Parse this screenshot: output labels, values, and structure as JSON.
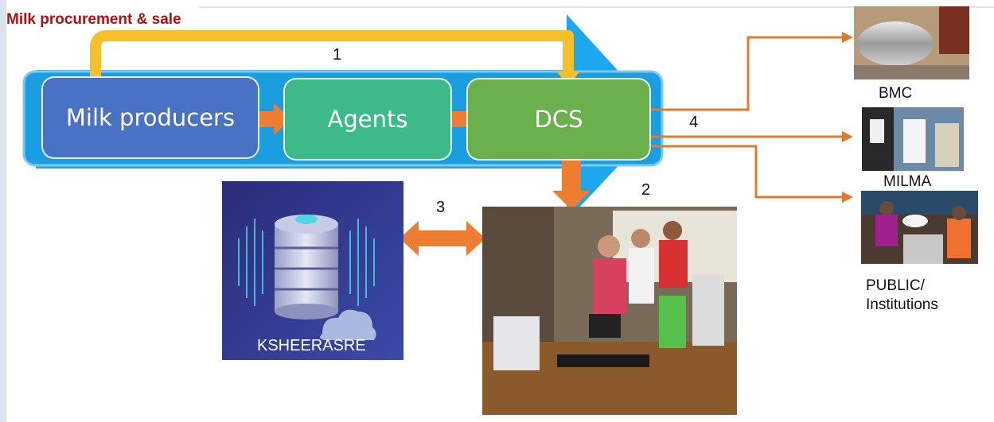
{
  "title": "Milk procurement & sale",
  "nodes": {
    "producers": "Milk producers",
    "agents": "Agents",
    "dcs": "DCS"
  },
  "step_labels": [
    "1",
    "2",
    "3",
    "4"
  ],
  "database": {
    "label": "KSHEERASRE"
  },
  "outlets": [
    {
      "label": "BMC"
    },
    {
      "label": "MILMA"
    },
    {
      "label_line1": "PUBLIC/",
      "label_line2": "Institutions"
    }
  ],
  "colors": {
    "title": "#b01010",
    "big_arrow": "#1ea7ec",
    "producers_box": "#4a72c4",
    "agents_box": "#3dba8a",
    "dcs_box": "#6ab04c",
    "flow_arrow": "#ee7d31",
    "top_arrow": "#f5c02a"
  }
}
